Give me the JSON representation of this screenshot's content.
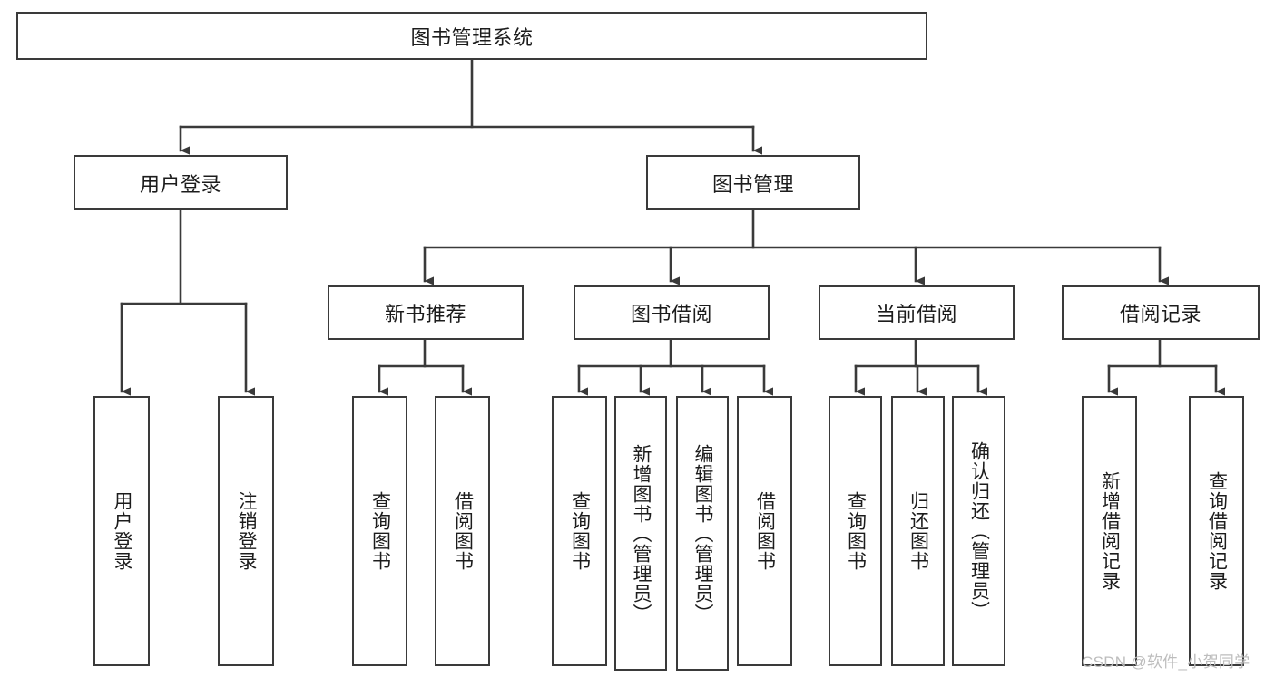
{
  "diagram": {
    "type": "tree-hierarchy-chart",
    "title": "图书管理系统",
    "stroke_color": "#3a3a3a",
    "text_color": "#1c1c1c",
    "background_color": "#ffffff",
    "levels": [
      {
        "level": 1,
        "nodes": [
          {
            "id": "root",
            "label": "图书管理系统",
            "orientation": "horizontal"
          }
        ]
      },
      {
        "level": 2,
        "nodes": [
          {
            "id": "user-login",
            "label": "用户登录",
            "orientation": "horizontal",
            "parent": "root"
          },
          {
            "id": "book-manage",
            "label": "图书管理",
            "orientation": "horizontal",
            "parent": "root"
          }
        ]
      },
      {
        "level": 3,
        "nodes": [
          {
            "id": "new-book-recommend",
            "label": "新书推荐",
            "orientation": "horizontal",
            "parent": "book-manage"
          },
          {
            "id": "book-borrow",
            "label": "图书借阅",
            "orientation": "horizontal",
            "parent": "book-manage"
          },
          {
            "id": "current-borrow",
            "label": "当前借阅",
            "orientation": "horizontal",
            "parent": "book-manage"
          },
          {
            "id": "borrow-record",
            "label": "借阅记录",
            "orientation": "horizontal",
            "parent": "book-manage"
          }
        ]
      },
      {
        "level": 4,
        "nodes": [
          {
            "id": "leaf-user-login",
            "label": "用户登录",
            "orientation": "vertical",
            "parent": "user-login"
          },
          {
            "id": "leaf-logout",
            "label": "注销登录",
            "orientation": "vertical",
            "parent": "user-login"
          },
          {
            "id": "leaf-query-book-1",
            "label": "查询图书",
            "orientation": "vertical",
            "parent": "new-book-recommend"
          },
          {
            "id": "leaf-borrow-book-1",
            "label": "借阅图书",
            "orientation": "vertical",
            "parent": "new-book-recommend"
          },
          {
            "id": "leaf-query-book-2",
            "label": "查询图书",
            "orientation": "vertical",
            "parent": "book-borrow"
          },
          {
            "id": "leaf-add-book",
            "label": "新增图书（管理员）",
            "orientation": "vertical",
            "parent": "book-borrow"
          },
          {
            "id": "leaf-edit-book",
            "label": "编辑图书（管理员）",
            "orientation": "vertical",
            "parent": "book-borrow"
          },
          {
            "id": "leaf-borrow-book-2",
            "label": "借阅图书",
            "orientation": "vertical",
            "parent": "book-borrow"
          },
          {
            "id": "leaf-query-book-3",
            "label": "查询图书",
            "orientation": "vertical",
            "parent": "current-borrow"
          },
          {
            "id": "leaf-return-book",
            "label": "归还图书",
            "orientation": "vertical",
            "parent": "current-borrow"
          },
          {
            "id": "leaf-confirm-return",
            "label": "确认归还（管理员）",
            "orientation": "vertical",
            "parent": "current-borrow"
          },
          {
            "id": "leaf-add-record",
            "label": "新增借阅记录",
            "orientation": "vertical",
            "parent": "borrow-record"
          },
          {
            "id": "leaf-query-record",
            "label": "查询借阅记录",
            "orientation": "vertical",
            "parent": "borrow-record"
          }
        ]
      }
    ]
  },
  "watermark": {
    "text": "CSDN @软件_小贺同学",
    "color": "#bdbdbd"
  }
}
